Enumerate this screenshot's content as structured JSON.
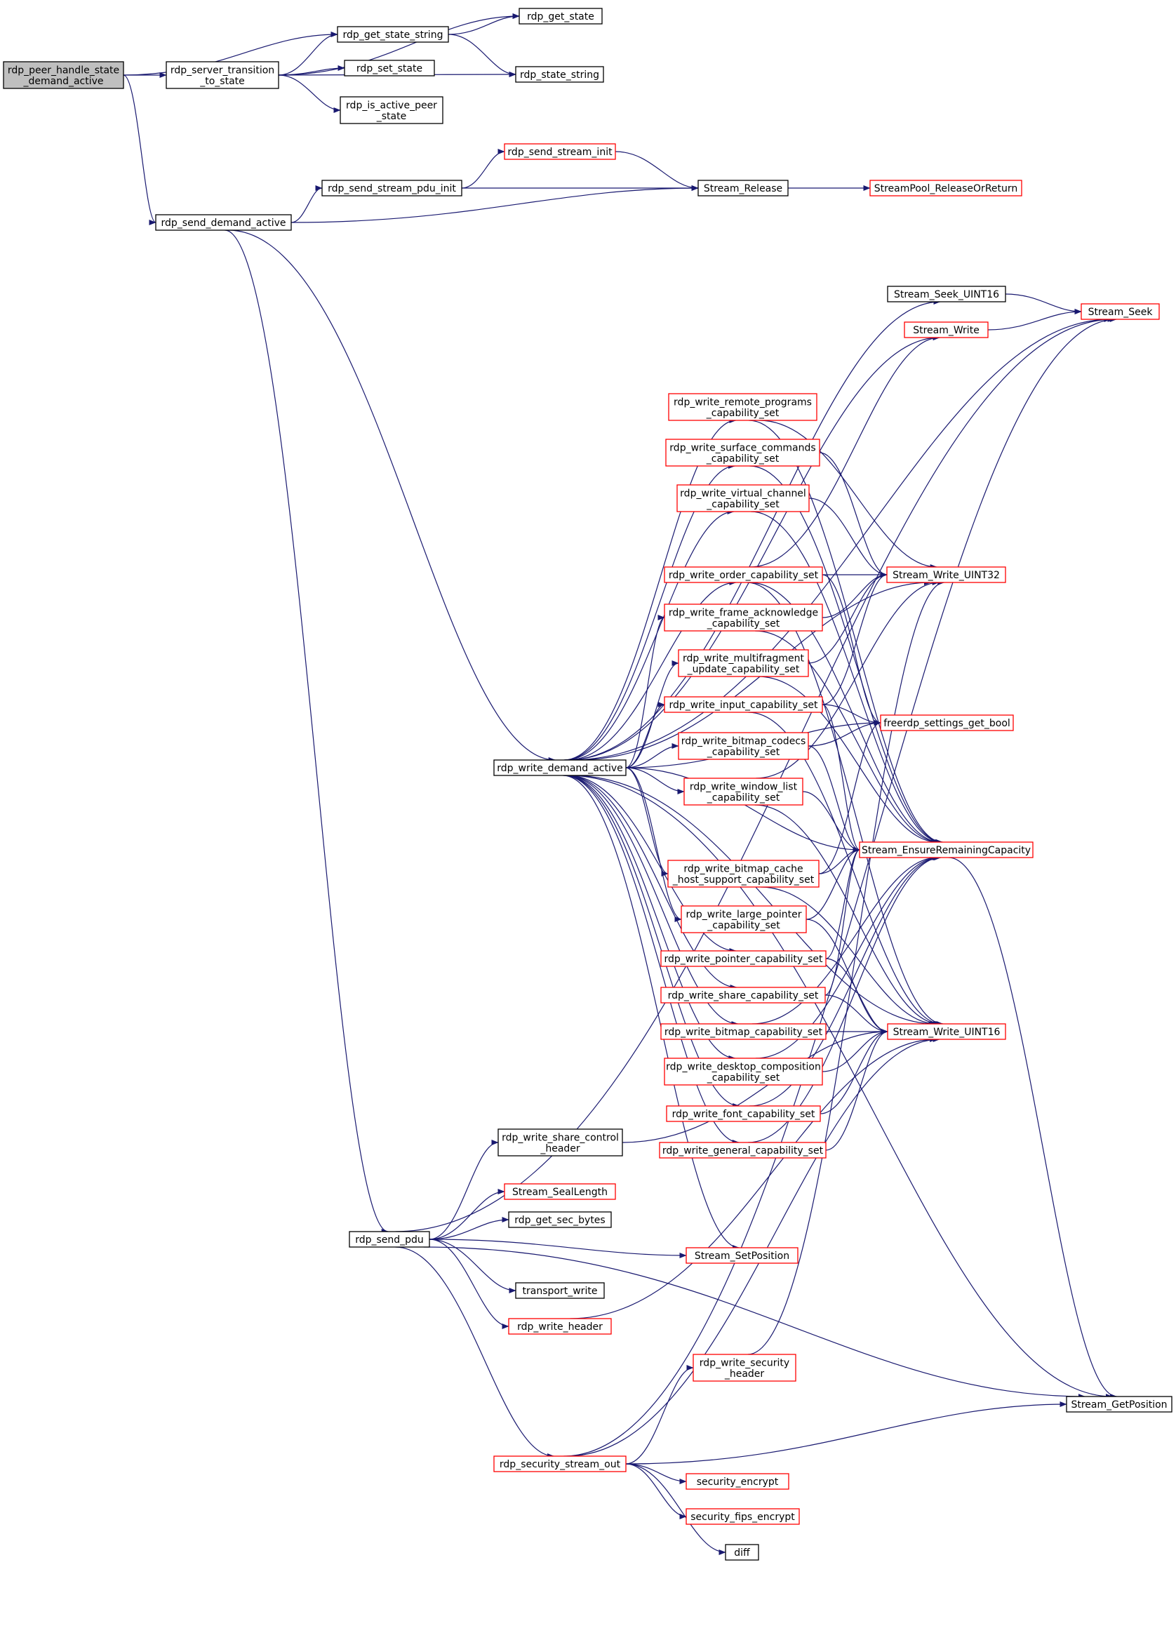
{
  "colors": {
    "edge": "#191970",
    "box_default": "#000000",
    "box_truncated": "#ff0000",
    "box_root_fill": "#bfbfbf",
    "box_fill": "#ffffff"
  },
  "nodes": {
    "peer_handle": {
      "lines": [
        "rdp_peer_handle_state",
        "_demand_active"
      ],
      "style": "root"
    },
    "transition": {
      "lines": [
        "rdp_server_transition",
        "_to_state"
      ],
      "style": "black"
    },
    "get_state_string": {
      "lines": [
        "rdp_get_state_string"
      ],
      "style": "black"
    },
    "get_state": {
      "lines": [
        "rdp_get_state"
      ],
      "style": "black"
    },
    "set_state": {
      "lines": [
        "rdp_set_state"
      ],
      "style": "black"
    },
    "state_string": {
      "lines": [
        "rdp_state_string"
      ],
      "style": "black"
    },
    "is_active_peer": {
      "lines": [
        "rdp_is_active_peer",
        "_state"
      ],
      "style": "black"
    },
    "send_demand": {
      "lines": [
        "rdp_send_demand_active"
      ],
      "style": "black"
    },
    "stream_pdu_init": {
      "lines": [
        "rdp_send_stream_pdu_init"
      ],
      "style": "black"
    },
    "stream_init": {
      "lines": [
        "rdp_send_stream_init"
      ],
      "style": "red"
    },
    "stream_release": {
      "lines": [
        "Stream_Release"
      ],
      "style": "black"
    },
    "pool_release": {
      "lines": [
        "StreamPool_ReleaseOrReturn"
      ],
      "style": "red"
    },
    "seek_uint16": {
      "lines": [
        "Stream_Seek_UINT16"
      ],
      "style": "black"
    },
    "stream_seek": {
      "lines": [
        "Stream_Seek"
      ],
      "style": "red"
    },
    "stream_write": {
      "lines": [
        "Stream_Write"
      ],
      "style": "red"
    },
    "remote_programs": {
      "lines": [
        "rdp_write_remote_programs",
        "_capability_set"
      ],
      "style": "red"
    },
    "surface_cmds": {
      "lines": [
        "rdp_write_surface_commands",
        "_capability_set"
      ],
      "style": "red"
    },
    "virtual_channel": {
      "lines": [
        "rdp_write_virtual_channel",
        "_capability_set"
      ],
      "style": "red"
    },
    "order_cap": {
      "lines": [
        "rdp_write_order_capability_set"
      ],
      "style": "red"
    },
    "write_uint32": {
      "lines": [
        "Stream_Write_UINT32"
      ],
      "style": "red"
    },
    "frame_ack": {
      "lines": [
        "rdp_write_frame_acknowledge",
        "_capability_set"
      ],
      "style": "red"
    },
    "multifragment": {
      "lines": [
        "rdp_write_multifragment",
        "_update_capability_set"
      ],
      "style": "red"
    },
    "input_cap": {
      "lines": [
        "rdp_write_input_capability_set"
      ],
      "style": "red"
    },
    "settings_bool": {
      "lines": [
        "freerdp_settings_get_bool"
      ],
      "style": "red"
    },
    "bitmap_codecs": {
      "lines": [
        "rdp_write_bitmap_codecs",
        "_capability_set"
      ],
      "style": "red"
    },
    "write_demand": {
      "lines": [
        "rdp_write_demand_active"
      ],
      "style": "black"
    },
    "window_list": {
      "lines": [
        "rdp_write_window_list",
        "_capability_set"
      ],
      "style": "red"
    },
    "ensure_capacity": {
      "lines": [
        "Stream_EnsureRemainingCapacity"
      ],
      "style": "red"
    },
    "bitmap_cache_host": {
      "lines": [
        "rdp_write_bitmap_cache",
        "_host_support_capability_set"
      ],
      "style": "red"
    },
    "large_pointer": {
      "lines": [
        "rdp_write_large_pointer",
        "_capability_set"
      ],
      "style": "red"
    },
    "pointer_cap": {
      "lines": [
        "rdp_write_pointer_capability_set"
      ],
      "style": "red"
    },
    "share_cap": {
      "lines": [
        "rdp_write_share_capability_set"
      ],
      "style": "red"
    },
    "bitmap_cap": {
      "lines": [
        "rdp_write_bitmap_capability_set"
      ],
      "style": "red"
    },
    "write_uint16": {
      "lines": [
        "Stream_Write_UINT16"
      ],
      "style": "red"
    },
    "desktop_comp": {
      "lines": [
        "rdp_write_desktop_composition",
        "_capability_set"
      ],
      "style": "red"
    },
    "font_cap": {
      "lines": [
        "rdp_write_font_capability_set"
      ],
      "style": "red"
    },
    "general_cap": {
      "lines": [
        "rdp_write_general_capability_set"
      ],
      "style": "red"
    },
    "share_ctrl_hdr": {
      "lines": [
        "rdp_write_share_control",
        "_header"
      ],
      "style": "black"
    },
    "seal_length": {
      "lines": [
        "Stream_SealLength"
      ],
      "style": "red"
    },
    "sec_bytes": {
      "lines": [
        "rdp_get_sec_bytes"
      ],
      "style": "black"
    },
    "send_pdu": {
      "lines": [
        "rdp_send_pdu"
      ],
      "style": "black"
    },
    "set_position": {
      "lines": [
        "Stream_SetPosition"
      ],
      "style": "red"
    },
    "transport_write": {
      "lines": [
        "transport_write"
      ],
      "style": "black"
    },
    "write_header": {
      "lines": [
        "rdp_write_header"
      ],
      "style": "red"
    },
    "security_header": {
      "lines": [
        "rdp_write_security",
        "_header"
      ],
      "style": "red"
    },
    "get_position": {
      "lines": [
        "Stream_GetPosition"
      ],
      "style": "black"
    },
    "sec_stream_out": {
      "lines": [
        "rdp_security_stream_out"
      ],
      "style": "red"
    },
    "sec_encrypt": {
      "lines": [
        "security_encrypt"
      ],
      "style": "red"
    },
    "fips_encrypt": {
      "lines": [
        "security_fips_encrypt"
      ],
      "style": "red"
    },
    "diff": {
      "lines": [
        "diff"
      ],
      "style": "black"
    }
  },
  "edges": [
    [
      "peer_handle",
      "transition"
    ],
    [
      "peer_handle",
      "get_state_string"
    ],
    [
      "peer_handle",
      "send_demand"
    ],
    [
      "transition",
      "get_state"
    ],
    [
      "transition",
      "get_state_string"
    ],
    [
      "transition",
      "set_state"
    ],
    [
      "transition",
      "state_string"
    ],
    [
      "transition",
      "is_active_peer"
    ],
    [
      "get_state_string",
      "get_state"
    ],
    [
      "get_state_string",
      "state_string"
    ],
    [
      "send_demand",
      "stream_pdu_init"
    ],
    [
      "send_demand",
      "stream_release"
    ],
    [
      "send_demand",
      "write_demand"
    ],
    [
      "send_demand",
      "send_pdu"
    ],
    [
      "stream_pdu_init",
      "stream_init"
    ],
    [
      "stream_pdu_init",
      "stream_release"
    ],
    [
      "stream_init",
      "stream_release"
    ],
    [
      "stream_release",
      "pool_release"
    ],
    [
      "write_demand",
      "seek_uint16"
    ],
    [
      "write_demand",
      "stream_seek"
    ],
    [
      "write_demand",
      "stream_write"
    ],
    [
      "write_demand",
      "remote_programs"
    ],
    [
      "write_demand",
      "surface_cmds"
    ],
    [
      "write_demand",
      "virtual_channel"
    ],
    [
      "write_demand",
      "order_cap"
    ],
    [
      "write_demand",
      "frame_ack"
    ],
    [
      "write_demand",
      "multifragment"
    ],
    [
      "write_demand",
      "input_cap"
    ],
    [
      "write_demand",
      "bitmap_codecs"
    ],
    [
      "write_demand",
      "window_list"
    ],
    [
      "write_demand",
      "ensure_capacity"
    ],
    [
      "write_demand",
      "bitmap_cache_host"
    ],
    [
      "write_demand",
      "large_pointer"
    ],
    [
      "write_demand",
      "pointer_cap"
    ],
    [
      "write_demand",
      "share_cap"
    ],
    [
      "write_demand",
      "bitmap_cap"
    ],
    [
      "write_demand",
      "desktop_comp"
    ],
    [
      "write_demand",
      "font_cap"
    ],
    [
      "write_demand",
      "general_cap"
    ],
    [
      "write_demand",
      "write_uint32"
    ],
    [
      "write_demand",
      "write_uint16"
    ],
    [
      "write_demand",
      "set_position"
    ],
    [
      "write_demand",
      "get_position"
    ],
    [
      "write_demand",
      "settings_bool"
    ],
    [
      "seek_uint16",
      "stream_seek"
    ],
    [
      "stream_write",
      "stream_seek"
    ],
    [
      "remote_programs",
      "write_uint32"
    ],
    [
      "remote_programs",
      "ensure_capacity"
    ],
    [
      "surface_cmds",
      "write_uint32"
    ],
    [
      "surface_cmds",
      "ensure_capacity"
    ],
    [
      "virtual_channel",
      "write_uint32"
    ],
    [
      "virtual_channel",
      "ensure_capacity"
    ],
    [
      "order_cap",
      "write_uint32"
    ],
    [
      "order_cap",
      "stream_write"
    ],
    [
      "order_cap",
      "ensure_capacity"
    ],
    [
      "order_cap",
      "write_uint16"
    ],
    [
      "order_cap",
      "settings_bool"
    ],
    [
      "frame_ack",
      "write_uint32"
    ],
    [
      "frame_ack",
      "ensure_capacity"
    ],
    [
      "multifragment",
      "write_uint32"
    ],
    [
      "multifragment",
      "ensure_capacity"
    ],
    [
      "input_cap",
      "write_uint32"
    ],
    [
      "input_cap",
      "settings_bool"
    ],
    [
      "input_cap",
      "ensure_capacity"
    ],
    [
      "input_cap",
      "write_uint16"
    ],
    [
      "bitmap_codecs",
      "settings_bool"
    ],
    [
      "bitmap_codecs",
      "ensure_capacity"
    ],
    [
      "window_list",
      "write_uint32"
    ],
    [
      "window_list",
      "ensure_capacity"
    ],
    [
      "window_list",
      "write_uint16"
    ],
    [
      "bitmap_cache_host",
      "settings_bool"
    ],
    [
      "bitmap_cache_host",
      "ensure_capacity"
    ],
    [
      "bitmap_cache_host",
      "write_uint16"
    ],
    [
      "large_pointer",
      "ensure_capacity"
    ],
    [
      "large_pointer",
      "write_uint16"
    ],
    [
      "pointer_cap",
      "ensure_capacity"
    ],
    [
      "pointer_cap",
      "write_uint16"
    ],
    [
      "share_cap",
      "ensure_capacity"
    ],
    [
      "share_cap",
      "write_uint16"
    ],
    [
      "bitmap_cap",
      "ensure_capacity"
    ],
    [
      "bitmap_cap",
      "write_uint16"
    ],
    [
      "desktop_comp",
      "ensure_capacity"
    ],
    [
      "desktop_comp",
      "write_uint16"
    ],
    [
      "font_cap",
      "ensure_capacity"
    ],
    [
      "font_cap",
      "write_uint16"
    ],
    [
      "general_cap",
      "ensure_capacity"
    ],
    [
      "general_cap",
      "write_uint16"
    ],
    [
      "ensure_capacity",
      "get_position"
    ],
    [
      "send_pdu",
      "share_ctrl_hdr"
    ],
    [
      "send_pdu",
      "seal_length"
    ],
    [
      "send_pdu",
      "sec_bytes"
    ],
    [
      "send_pdu",
      "set_position"
    ],
    [
      "send_pdu",
      "transport_write"
    ],
    [
      "send_pdu",
      "write_header"
    ],
    [
      "send_pdu",
      "sec_stream_out"
    ],
    [
      "send_pdu",
      "get_position"
    ],
    [
      "send_pdu",
      "stream_seek"
    ],
    [
      "share_ctrl_hdr",
      "write_uint16"
    ],
    [
      "write_header",
      "write_uint16"
    ],
    [
      "security_header",
      "write_uint32"
    ],
    [
      "sec_stream_out",
      "security_header"
    ],
    [
      "sec_stream_out",
      "sec_encrypt"
    ],
    [
      "sec_stream_out",
      "fips_encrypt"
    ],
    [
      "sec_stream_out",
      "diff"
    ],
    [
      "sec_stream_out",
      "get_position"
    ],
    [
      "sec_stream_out",
      "stream_seek"
    ],
    [
      "sec_stream_out",
      "write_uint16"
    ]
  ]
}
